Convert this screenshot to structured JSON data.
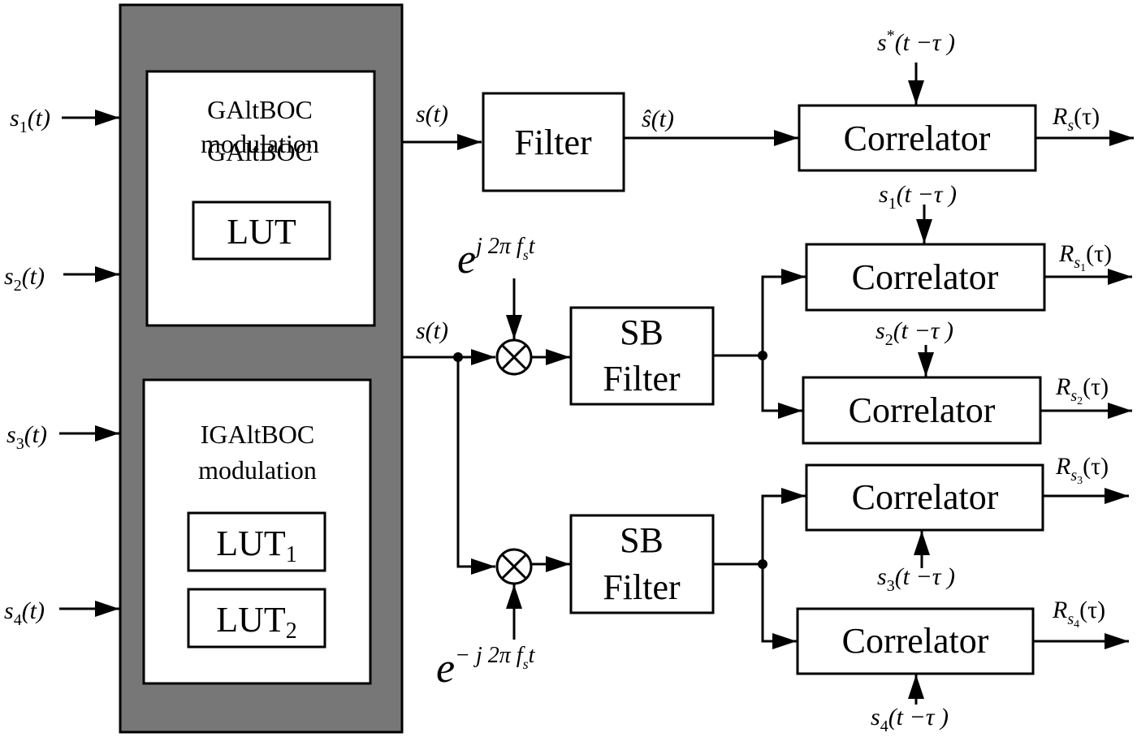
{
  "diagram": {
    "modulator": {
      "galtboc": {
        "title_line1": "GAltBOC",
        "title_line2": "modulation",
        "lut": "LUT"
      },
      "igaltboc": {
        "title_line1": "IGAltBOC",
        "title_line2": "modulation",
        "lut1": "LUT",
        "lut1_sub": "1",
        "lut2": "LUT",
        "lut2_sub": "2"
      }
    },
    "inputs": [
      {
        "base": "s",
        "sub": "1",
        "arg": "(t)"
      },
      {
        "base": "s",
        "sub": "2",
        "arg": "(t)"
      },
      {
        "base": "s",
        "sub": "3",
        "arg": "(t)"
      },
      {
        "base": "s",
        "sub": "4",
        "arg": "(t)"
      }
    ],
    "upper_path": {
      "signal_label": "s(t)",
      "filter": "Filter",
      "filtered_label_base": "ŝ",
      "filtered_label_arg": "(t)",
      "correlator": "Correlator",
      "ref_base": "s",
      "ref_sup": "*",
      "ref_arg": "(t −τ )",
      "out_base": "R",
      "out_sub": "s",
      "out_arg": "(τ)"
    },
    "lower_path": {
      "signal_label": "s(t)",
      "mixer_upper_exp": {
        "base": "e",
        "exp": "j 2π f",
        "exp_sub": "s",
        "exp_tail": "t"
      },
      "mixer_lower_exp": {
        "base": "e",
        "exp": "− j 2π f",
        "exp_sub": "s",
        "exp_tail": "t"
      },
      "sb_filter_line1": "SB",
      "sb_filter_line2": "Filter",
      "correlators": [
        {
          "label": "Correlator",
          "ref_base": "s",
          "ref_sub": "1",
          "ref_arg": "(t −τ )",
          "out_base": "R",
          "out_sub": "s",
          "out_subsub": "1",
          "out_arg": "(τ)"
        },
        {
          "label": "Correlator",
          "ref_base": "s",
          "ref_sub": "2",
          "ref_arg": "(t −τ )",
          "out_base": "R",
          "out_sub": "s",
          "out_subsub": "2",
          "out_arg": "(τ)"
        },
        {
          "label": "Correlator",
          "ref_base": "s",
          "ref_sub": "3",
          "ref_arg": "(t −τ )",
          "out_base": "R",
          "out_sub": "s",
          "out_subsub": "3",
          "out_arg": "(τ)"
        },
        {
          "label": "Correlator",
          "ref_base": "s",
          "ref_sub": "4",
          "ref_arg": "(t −τ )",
          "out_base": "R",
          "out_sub": "s",
          "out_subsub": "4",
          "out_arg": "(τ)"
        }
      ]
    },
    "colors": {
      "modulator_fill": "#777777",
      "line": "#000000",
      "box_fill": "#ffffff"
    }
  }
}
